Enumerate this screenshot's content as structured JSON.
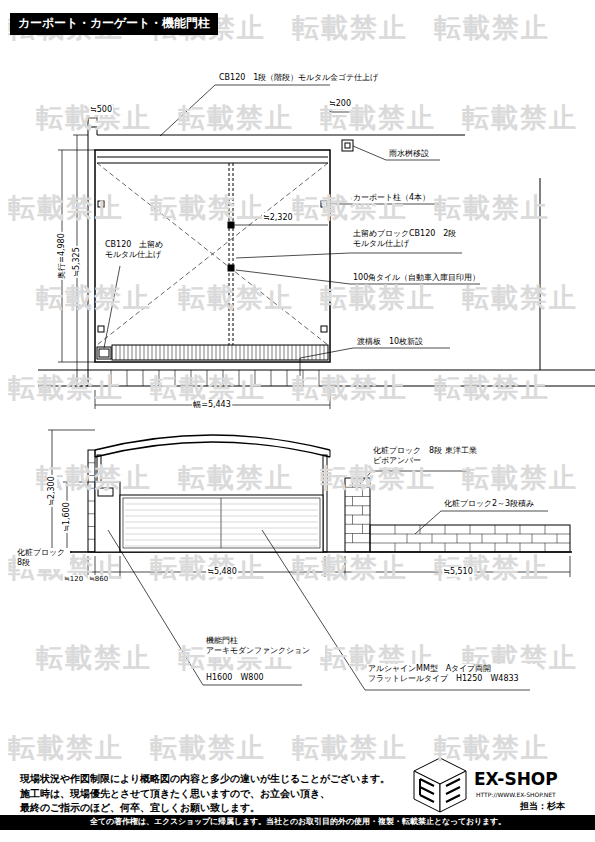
{
  "diagram": {
    "title": "カーポート・カーゲート・機能門柱",
    "nodes": [
      {
        "text": [
          "全ての著作権は、エクスショップに帰属します。当社とのお取引目的外の使用・複製・転載禁止となっております。"
        ]
      }
    ],
    "labels": [
      "CB120　1段（階段）モルタル金ゴテ仕上げ",
      "≒500",
      "≒200",
      "雨水桝移設",
      "カーポート柱（4本）",
      "≒2,320",
      "CB120　土留め モルタル仕上げ",
      "土留めブロックCB120　2段 モルタル仕上げ",
      "100角タイル（自動車入庫目印用）",
      "渡構板　10枚新設",
      "奥行=4,980",
      "≒5,325",
      "幅=5,443",
      "化粧ブロック　8段 東洋工業　ビボアンバー",
      "≒2,300",
      "≒1,600",
      "化粧ブロック2～3段積み",
      "化粧ブロック 8段",
      "≒120",
      "≒860",
      "≒5,480",
      "≒5,510",
      "機能門柱 アーキモダンファンクション",
      "H1600　W800",
      "アルシャインMM型　Aタイプ両開 フラットレールタイプ　H1250　W4833",
      "現場状況や作図制限により概略図の内容と多少の違いが生じることがございます。 施工時は、現場優先とさせて頂きたく思いますので、お立会い頂き、 最終のご指示のほど、何卒、宜しくお願い致します。",
      "EX-SHOP",
      "HTTP://WWW.EX-SHOP.NET",
      "担当：杉本",
      "転載禁止",
      "転載禁止",
      "転載禁止",
      "転載禁止",
      "転載禁止",
      "転載禁止",
      "転載禁止",
      "転載禁止",
      "転載禁止",
      "転載禁止",
      "転載禁止",
      "転載禁止",
      "転載禁止",
      "転載禁止",
      "転載禁止",
      "転載禁止",
      "転載禁止",
      "転載禁止",
      "転載禁止",
      "転載禁止",
      "転載禁止",
      "転載禁止",
      "転載禁止",
      "転載禁止",
      "転載禁止",
      "転載禁止",
      "転載禁止",
      "転載禁止",
      "転載禁止",
      "転載禁止",
      "転載禁止",
      "転載禁止",
      "転載禁止",
      "転載禁止",
      "転載禁止",
      "転載禁止"
    ]
  }
}
